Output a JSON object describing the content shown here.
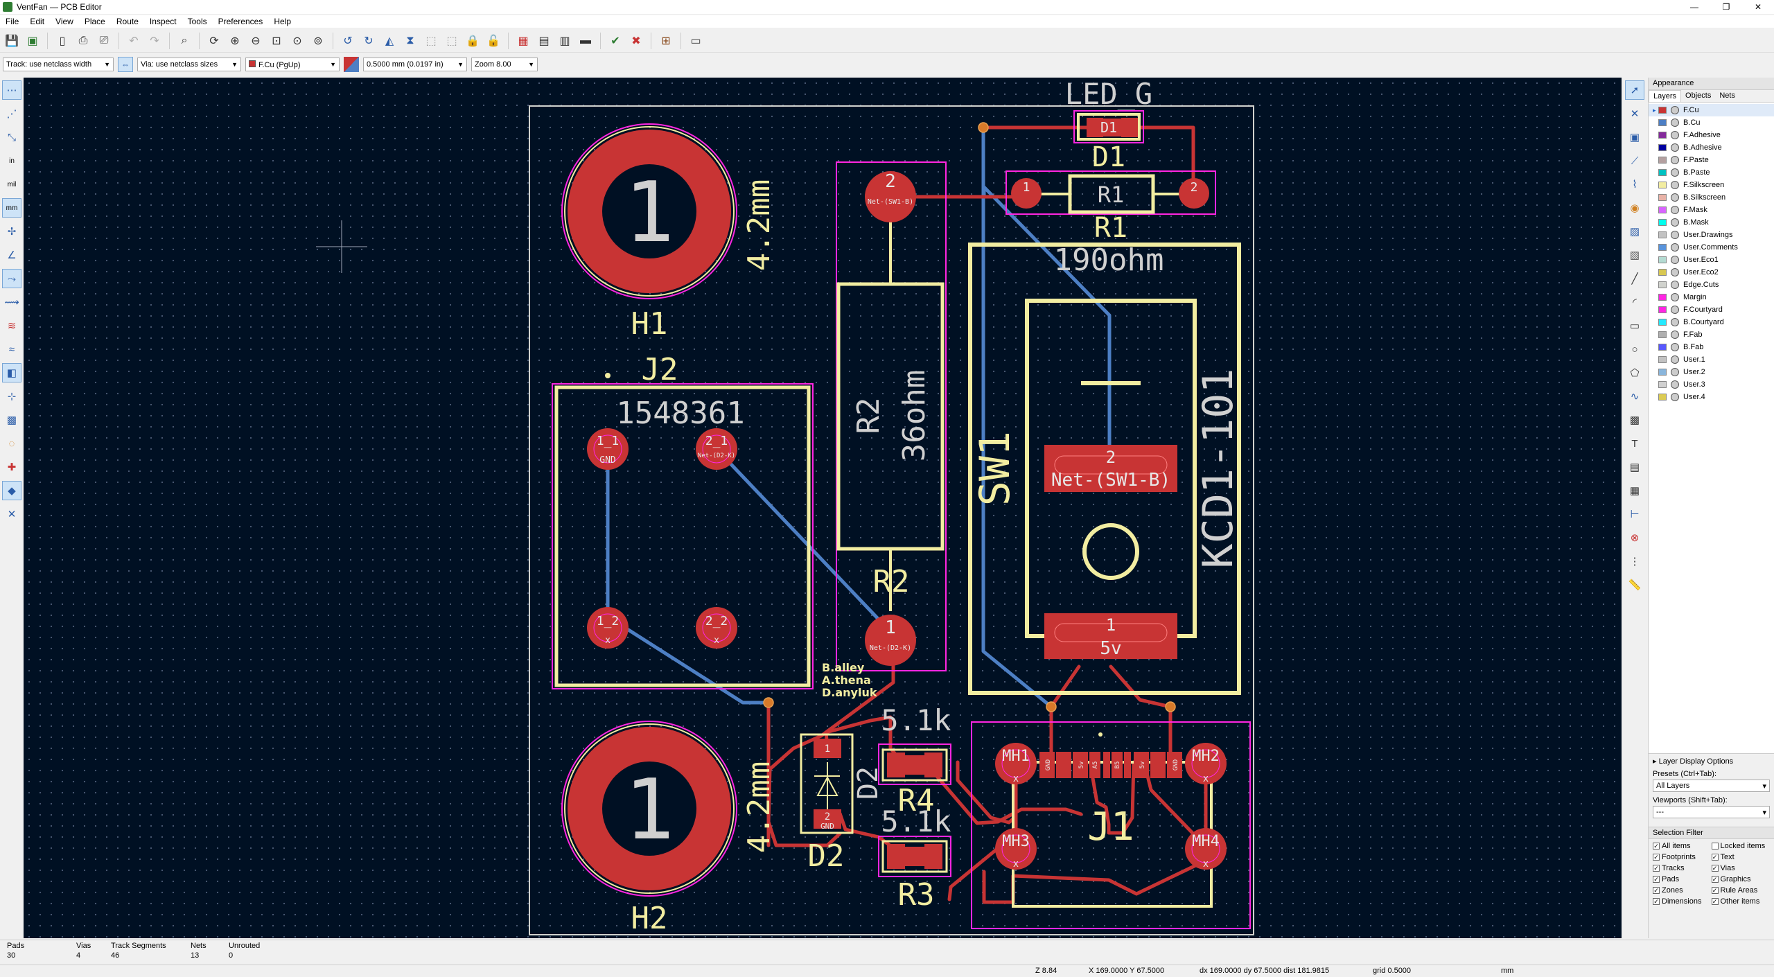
{
  "window": {
    "title": "VentFan — PCB Editor",
    "controls": [
      "—",
      "❐",
      "✕"
    ]
  },
  "menu": [
    "File",
    "Edit",
    "View",
    "Place",
    "Route",
    "Inspect",
    "Tools",
    "Preferences",
    "Help"
  ],
  "toolbar2": {
    "track": "Track: use netclass width",
    "via": "Via: use netclass sizes",
    "layer": "F.Cu (PgUp)",
    "grid": "0.5000 mm (0.0197 in)",
    "zoom": "Zoom 8.00"
  },
  "left_toolbar_units": [
    "in",
    "mil",
    "mm"
  ],
  "pcb": {
    "H1": {
      "pad": "1",
      "ref": "H1",
      "value": "4.2mm"
    },
    "H2": {
      "pad": "1",
      "ref": "H2",
      "value": "4.2mm"
    },
    "J2": {
      "ref": "J2",
      "value": "1548361",
      "pads": [
        {
          "num": "1_1",
          "net": "GND"
        },
        {
          "num": "2_1",
          "net": "Net-(D2-K)"
        },
        {
          "num": "1_2",
          "net": "x"
        },
        {
          "num": "2_2",
          "net": "x"
        }
      ]
    },
    "R2": {
      "ref": "R2",
      "value": "R2",
      "value2": "36ohm",
      "pad1_num": "1",
      "pad1_net": "Net-(D2-K)",
      "pad2_num": "2",
      "pad2_net": "Net-(SW1-B)"
    },
    "R1": {
      "ref": "R1",
      "body": "R1",
      "value": "190ohm",
      "pad1": "1",
      "pad2": "2"
    },
    "D1": {
      "ref": "D1",
      "body": "D1",
      "value": "LED_G"
    },
    "SW1": {
      "ref": "SW1",
      "value": "KCD1-101",
      "pad2_num": "2",
      "pad2_net": "Net-(SW1-B)",
      "pad1_num": "1",
      "pad1_net": "5v"
    },
    "D2": {
      "ref": "D2",
      "body": "D2",
      "pad1": "1",
      "pad2": "2",
      "pad2_net": "GND"
    },
    "R4": {
      "ref": "R4",
      "value": "5.1k"
    },
    "R3": {
      "ref": "R3",
      "value": "5.1k"
    },
    "J1": {
      "ref": "J1",
      "mh": [
        "MH1",
        "MH2",
        "MH3",
        "MH4"
      ],
      "pins": [
        "GND",
        "5v",
        "A5",
        "B5",
        "5v",
        "GND"
      ]
    },
    "authors": [
      "B.alley",
      "A.thena",
      "D.anyluk"
    ]
  },
  "panel": {
    "title": "Appearance",
    "tabs": [
      "Layers",
      "Objects",
      "Nets"
    ],
    "layers": [
      {
        "name": "F.Cu",
        "color": "#c83434"
      },
      {
        "name": "B.Cu",
        "color": "#4d7fc4"
      },
      {
        "name": "F.Adhesive",
        "color": "#842b9b"
      },
      {
        "name": "B.Adhesive",
        "color": "#0000a0"
      },
      {
        "name": "F.Paste",
        "color": "#b4a0a0"
      },
      {
        "name": "B.Paste",
        "color": "#00c2c2"
      },
      {
        "name": "F.Silkscreen",
        "color": "#f2eda1"
      },
      {
        "name": "B.Silkscreen",
        "color": "#e8b2a7"
      },
      {
        "name": "F.Mask",
        "color": "#d864ff"
      },
      {
        "name": "B.Mask",
        "color": "#02ffee"
      },
      {
        "name": "User.Drawings",
        "color": "#c2c2c2"
      },
      {
        "name": "User.Comments",
        "color": "#5994dc"
      },
      {
        "name": "User.Eco1",
        "color": "#b4dbd2"
      },
      {
        "name": "User.Eco2",
        "color": "#d8c852"
      },
      {
        "name": "Edge.Cuts",
        "color": "#d0d2cd"
      },
      {
        "name": "Margin",
        "color": "#ff26e2"
      },
      {
        "name": "F.Courtyard",
        "color": "#ff26e2"
      },
      {
        "name": "B.Courtyard",
        "color": "#26e9ff"
      },
      {
        "name": "F.Fab",
        "color": "#afafaf"
      },
      {
        "name": "B.Fab",
        "color": "#5858ff"
      },
      {
        "name": "User.1",
        "color": "#c2c2c2"
      },
      {
        "name": "User.2",
        "color": "#89b5db"
      },
      {
        "name": "User.3",
        "color": "#d0d0d0"
      },
      {
        "name": "User.4",
        "color": "#dccc54"
      }
    ],
    "layer_display_options": "Layer Display Options",
    "presets_label": "Presets (Ctrl+Tab):",
    "presets_value": "All Layers",
    "viewports_label": "Viewports (Shift+Tab):",
    "viewports_value": "---",
    "selection_filter": "Selection Filter",
    "filters": [
      "All items",
      "Locked items",
      "Footprints",
      "Text",
      "Tracks",
      "Vias",
      "Pads",
      "Graphics",
      "Zones",
      "Rule Areas",
      "Dimensions",
      "Other items"
    ]
  },
  "stats": [
    {
      "label": "Pads",
      "value": "30"
    },
    {
      "label": "Vias",
      "value": "4"
    },
    {
      "label": "Track Segments",
      "value": "46"
    },
    {
      "label": "Nets",
      "value": "13"
    },
    {
      "label": "Unrouted",
      "value": "0"
    }
  ],
  "status": {
    "z": "Z 8.84",
    "xy": "X 169.0000  Y 67.5000",
    "delta": "dx 169.0000  dy 67.5000  dist 181.9815",
    "grid": "grid 0.5000",
    "units": "mm"
  }
}
